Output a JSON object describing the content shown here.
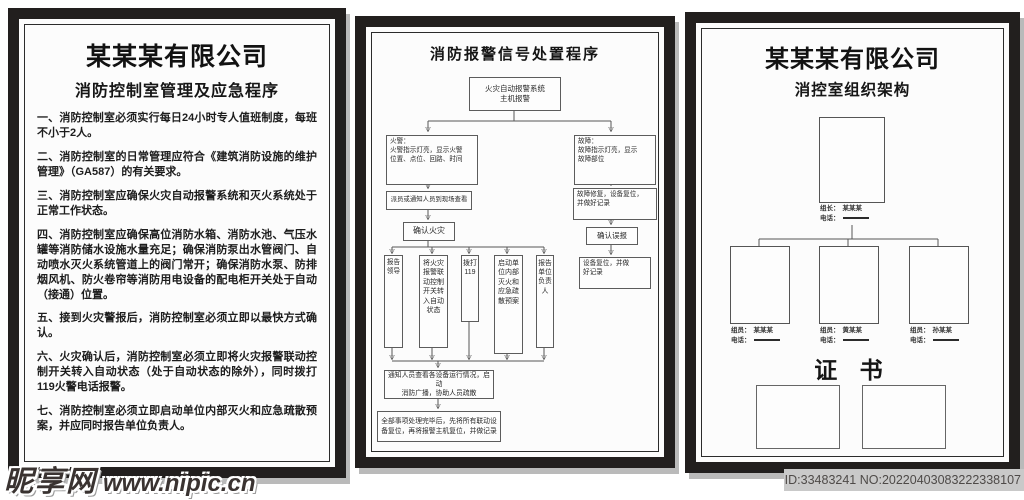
{
  "left_panel": {
    "company": "某某某有限公司",
    "title": "消防控制室管理及应急程序",
    "paragraphs": [
      "一、消防控制室必须实行每日24小时专人值班制度，每班不小于2人。",
      "二、消防控制室的日常管理应符合《建筑消防设施的维护管理》（GA587）的有关要求。",
      "三、消防控制室应确保火灾自动报警系统和灭火系统处于正常工作状态。",
      "四、消防控制室应确保高位消防水箱、消防水池、气压水罐等消防储水设施水量充足；确保消防泵出水管阀门、自动喷水灭火系统管道上的阀门常开；确保消防水泵、防排烟风机、防火卷帘等消防用电设备的配电柜开关处于自动（接通）位置。",
      "五、接到火灾警报后，消防控制室必须立即以最快方式确认。",
      "六、火灾确认后，消防控制室必须立即将火灾报警联动控制开关转入自动状态（处于自动状态的除外），同时拨打119火警电话报警。",
      "七、消防控制室必须立即启动单位内部灭火和应急疏散预案，并应同时报告单位负责人。"
    ]
  },
  "middle_panel": {
    "title": "消防报警信号处置程序",
    "flow": {
      "root": "火灾自动报警系统\n主机报警",
      "fire": "火警：\n火警指示灯亮，显示火警\n位置、点位、回路、时间",
      "fault": "故障：\n故障指示灯亮，显示\n故障部位",
      "dispatch": "派员或通知人员到现场查看",
      "confirm_fire": "确认火灾",
      "fault_fix": "故障修复，设备复位，\n并做好记录",
      "confirm_false": "确认误报",
      "device_reset": "设备复位，并做\n好记录",
      "action_report_leader": "报告领导",
      "action_linkage_auto": "将火灾报警联动控制开关转入自动状态",
      "action_call_119": "拨打119",
      "action_start_plan": "启动单位内部灭火和应急疏散预案",
      "action_report_head": "报告单位负责人",
      "notify": "通知人员查看各设备运行情况，启动\n消防广播，协助人员疏散",
      "final": "全部事项处理完毕后，先将所有联动设\n备复位，再将报警主机复位，并做记录"
    }
  },
  "right_panel": {
    "company": "某某某有限公司",
    "title": "消控室组织架构",
    "leader": {
      "role_label": "组长：",
      "name": "某某某",
      "phone_label": "电话："
    },
    "members": [
      {
        "role_label": "组员：",
        "name": "某某某",
        "phone_label": "电话："
      },
      {
        "role_label": "组员：",
        "name": "黄某某",
        "phone_label": "电话："
      },
      {
        "role_label": "组员：",
        "name": "孙某某",
        "phone_label": "电话："
      }
    ],
    "certificate_title": "证 书"
  },
  "watermark": {
    "site_name": "昵享网",
    "site_url": "www.nipic.cn"
  },
  "footer": {
    "id_text": "ID:33483241 NO:20220403083222338107"
  }
}
